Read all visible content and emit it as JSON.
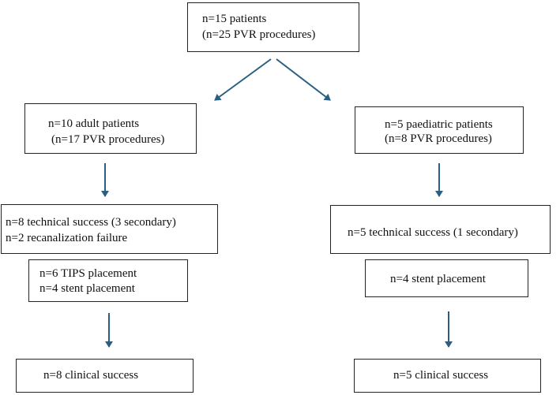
{
  "flowchart": {
    "root": {
      "line1": "n=15 patients",
      "line2": "(n=25 PVR procedures)"
    },
    "adult": {
      "group": {
        "line1": "n=10 adult patients",
        "line2": "(n=17 PVR procedures)"
      },
      "technical": {
        "line1": "n=8 technical success (3 secondary)",
        "line2": "n=2 recanalization failure"
      },
      "placement": {
        "line1": "n=6 TIPS placement",
        "line2": "n=4 stent placement"
      },
      "clinical": "n=8 clinical success"
    },
    "paediatric": {
      "group": {
        "line1": "n=5 paediatric patients",
        "line2": "(n=8 PVR procedures)"
      },
      "technical": "n=5 technical success (1 secondary)",
      "placement": "n=4 stent placement",
      "clinical": "n=5 clinical success"
    }
  },
  "colors": {
    "arrow": "#2a5f82",
    "box_border": "#222222",
    "text": "#111111"
  }
}
